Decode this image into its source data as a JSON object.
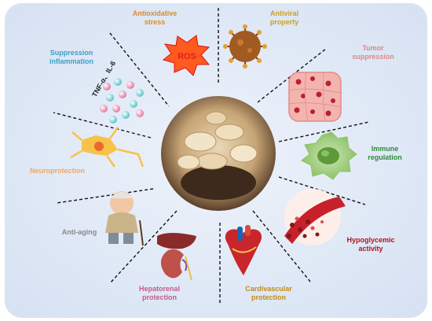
{
  "labels": {
    "antioxidative": "Antioxidative\nstress",
    "ros": "ROS",
    "antiviral": "Antiviral\nproperty",
    "tumor": "Tumor\nsuppression",
    "immune": "Immune\nregulation",
    "hypoglycemic": "Hypoglycemic\nactivity",
    "cardio": "Cardivascular\nprotection",
    "hepato": "Hepatorenal\nprotection",
    "antiaging": "Anti-aging",
    "neuro": "Neuroprotection",
    "suppression": "Suppression\ninflammation",
    "cytokines": "TNF-α、IL-6"
  },
  "colors": {
    "antioxidative": "#d98a2b",
    "antiviral": "#c9a227",
    "tumor": "#d98a8a",
    "immune": "#2e8b3a",
    "hypoglycemic": "#b3121d",
    "cardio": "#c28a1a",
    "hepato": "#c65a8a",
    "antiaging": "#8a8a8a",
    "neuro": "#f0a860",
    "suppression": "#3aa0c8",
    "ros": "#e02020"
  },
  "icons": [
    "ros-starburst-icon",
    "virus-icon",
    "tumor-cells-icon",
    "immune-cell-icon",
    "blood-vessel-icon",
    "heart-icon",
    "liver-kidney-icon",
    "elderly-person-icon",
    "neuron-icon",
    "cytokine-molecules-icon",
    "herbal-bowl-image"
  ]
}
